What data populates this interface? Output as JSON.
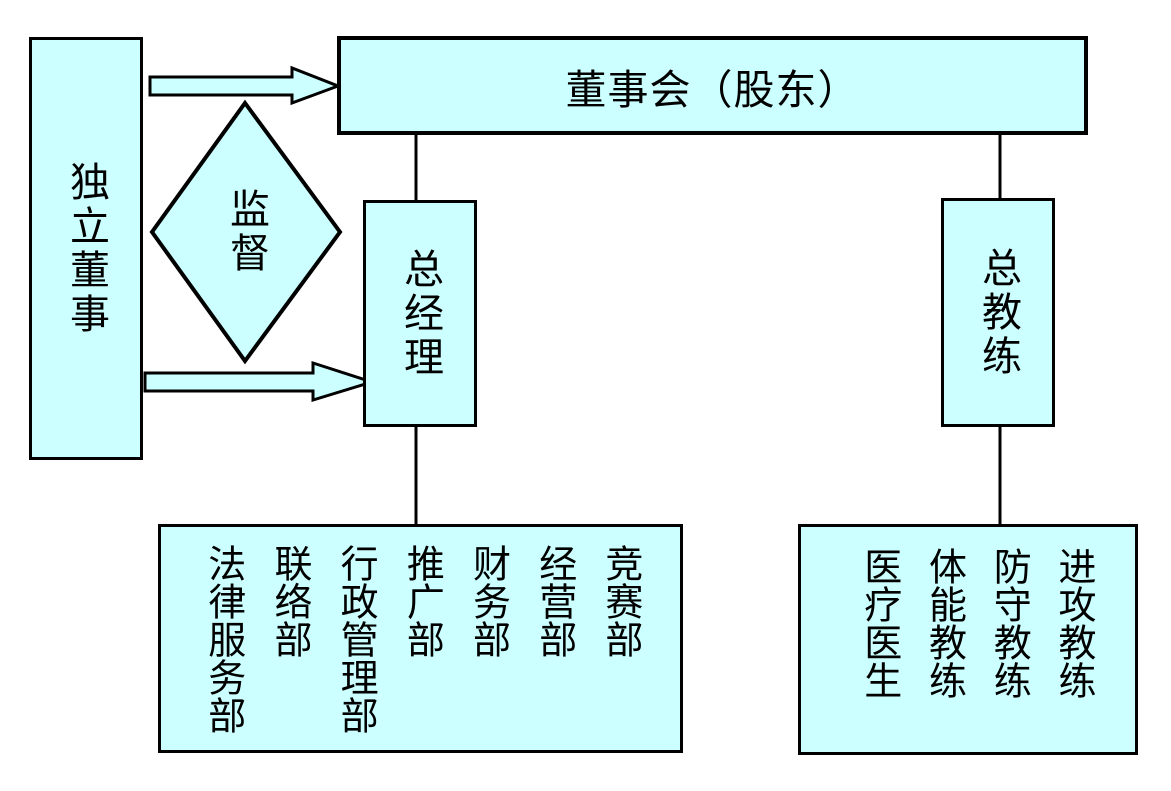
{
  "diagram": {
    "nodes": {
      "independent_director": "独立董事",
      "supervision": "监督",
      "board": "董事会（股东）",
      "general_manager": "总经理",
      "head_coach": "总教练"
    },
    "gm_departments": [
      "法律服务部",
      "联络部",
      "行政管理部",
      "推广部",
      "财务部",
      "经营部",
      "竞赛部"
    ],
    "coach_staff": [
      "医疗医生",
      "体能教练",
      "防守教练",
      "进攻教练"
    ],
    "colors": {
      "shape_fill": "#ccffff",
      "shape_border": "#000000",
      "background": "#ffffff"
    }
  }
}
